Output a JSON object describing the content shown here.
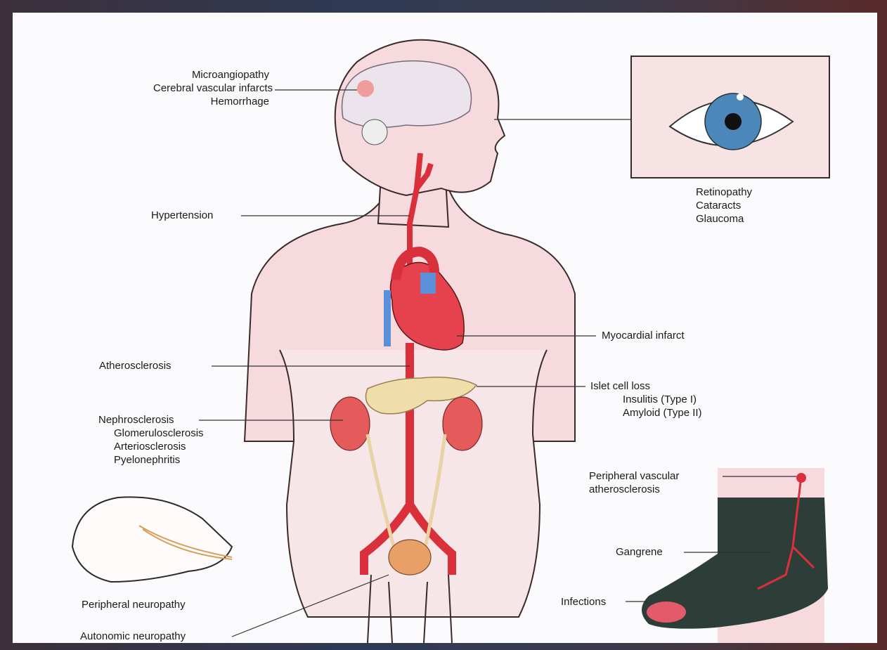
{
  "labels": {
    "brain": [
      "Microangiopathy",
      "Cerebral vascular infarcts",
      "Hemorrhage"
    ],
    "eye": [
      "Retinopathy",
      "Cataracts",
      "Glaucoma"
    ],
    "hypertension": "Hypertension",
    "myocardial": "Myocardial infarct",
    "atherosclerosis": "Atherosclerosis",
    "islet": [
      "Islet cell loss",
      "Insulitis (Type I)",
      "Amyloid (Type II)"
    ],
    "kidney": [
      "Nephrosclerosis",
      "Glomerulosclerosis",
      "Arteriosclerosis",
      "Pyelonephritis"
    ],
    "peripheral_vascular": [
      "Peripheral vascular",
      "atherosclerosis"
    ],
    "gangrene": "Gangrene",
    "infections": "Infections",
    "peripheral_neuropathy": "Peripheral neuropathy",
    "autonomic_neuropathy": "Autonomic neuropathy"
  },
  "colors": {
    "skin": "#f6dadd",
    "organ_red": "#d9303c",
    "vein_blue": "#5b8fd8",
    "pancreas": "#f0deaa",
    "iris": "#4d86b8",
    "foot_dark": "#2d3e38"
  }
}
